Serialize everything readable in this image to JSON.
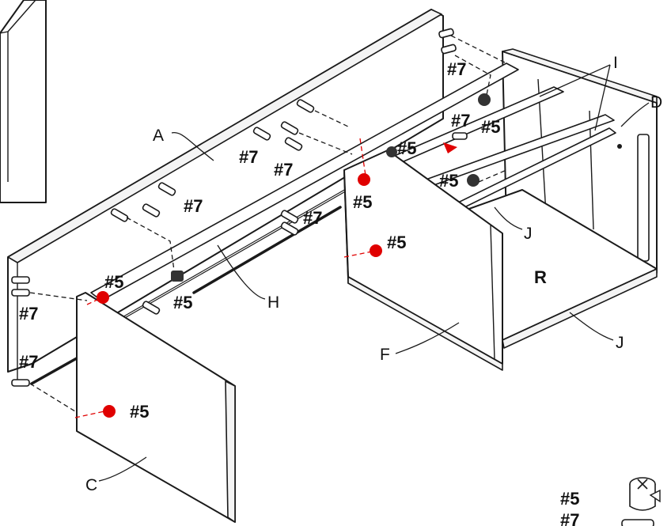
{
  "part_labels": {
    "A": "A",
    "C": "C",
    "D": "D",
    "F": "F",
    "H": "H",
    "I": "I",
    "J_upper": "J",
    "J_lower": "J",
    "R": "R"
  },
  "hardware_callouts": {
    "n5": "#5",
    "n7": "#7"
  },
  "legend": {
    "item_5": "#5",
    "item_7": "#7"
  },
  "colors": {
    "line": "#1a1a1a",
    "highlight": "#e00000",
    "background": "#ffffff"
  }
}
